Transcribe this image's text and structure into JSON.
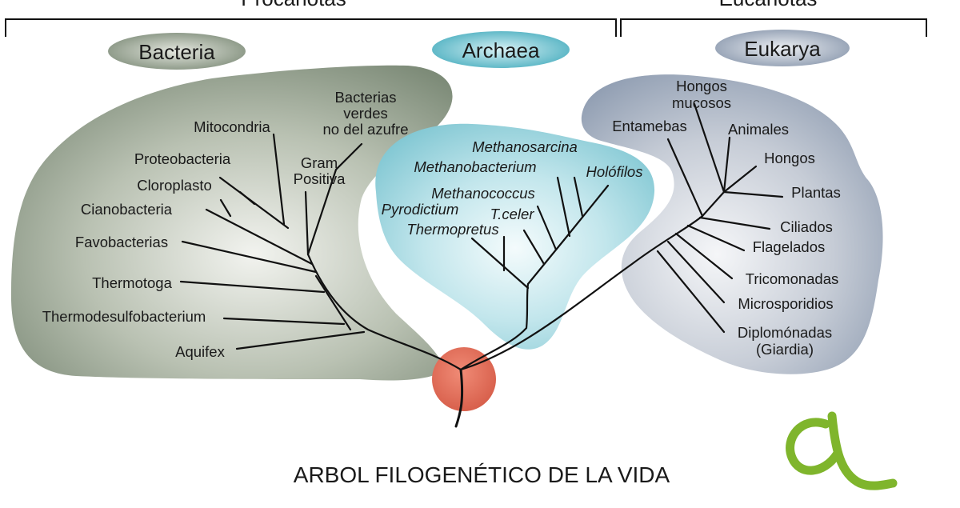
{
  "title": "ARBOL FILOGENÉTICO DE LA VIDA",
  "groups": {
    "left": "Procariotas",
    "right": "Eucariotas"
  },
  "domains": {
    "bacteria": "Bacteria",
    "archaea": "Archaea",
    "eukarya": "Eukarya"
  },
  "bacteria_labels": {
    "verdes_1": "Bacterias",
    "verdes_2": "verdes",
    "verdes_3": "no del azufre",
    "mitocondria": "Mitocondria",
    "gram_1": "Gram",
    "gram_2": "Positiva",
    "proteobacteria": "Proteobacteria",
    "cloroplasto": "Cloroplasto",
    "cianobacteria": "Cianobacteria",
    "favobacterias": "Favobacterias",
    "thermotoga": "Thermotoga",
    "thermodesulfo": "Thermodesulfobacterium",
    "aquifex": "Aquifex"
  },
  "archaea_labels": {
    "methanosarcina": "Methanosarcina",
    "methanobacterium": "Methanobacterium",
    "holofilos": "Holófilos",
    "methanococcus": "Methanococcus",
    "pyrodictium": "Pyrodictium",
    "tceler": "T.celer",
    "thermoproteus": "Thermopretus"
  },
  "eukarya_labels": {
    "hongos_mucosos_1": "Hongos",
    "hongos_mucosos_2": "mucosos",
    "entamebas": "Entamebas",
    "animales": "Animales",
    "hongos": "Hongos",
    "plantas": "Plantas",
    "ciliados": "Ciliados",
    "flagelados": "Flagelados",
    "tricomonadas": "Tricomonadas",
    "microsporidios": "Microsporidios",
    "diplomonadas_1": "Diplomónadas",
    "diplomonadas_2": "(Giardia)"
  },
  "colors": {
    "bacteria_blob": "#7e8c79",
    "archaea_blob": "#8ed0db",
    "eukarya_blob": "#94a2b8",
    "root": "#e26b57",
    "logo": "#7fb52c"
  }
}
